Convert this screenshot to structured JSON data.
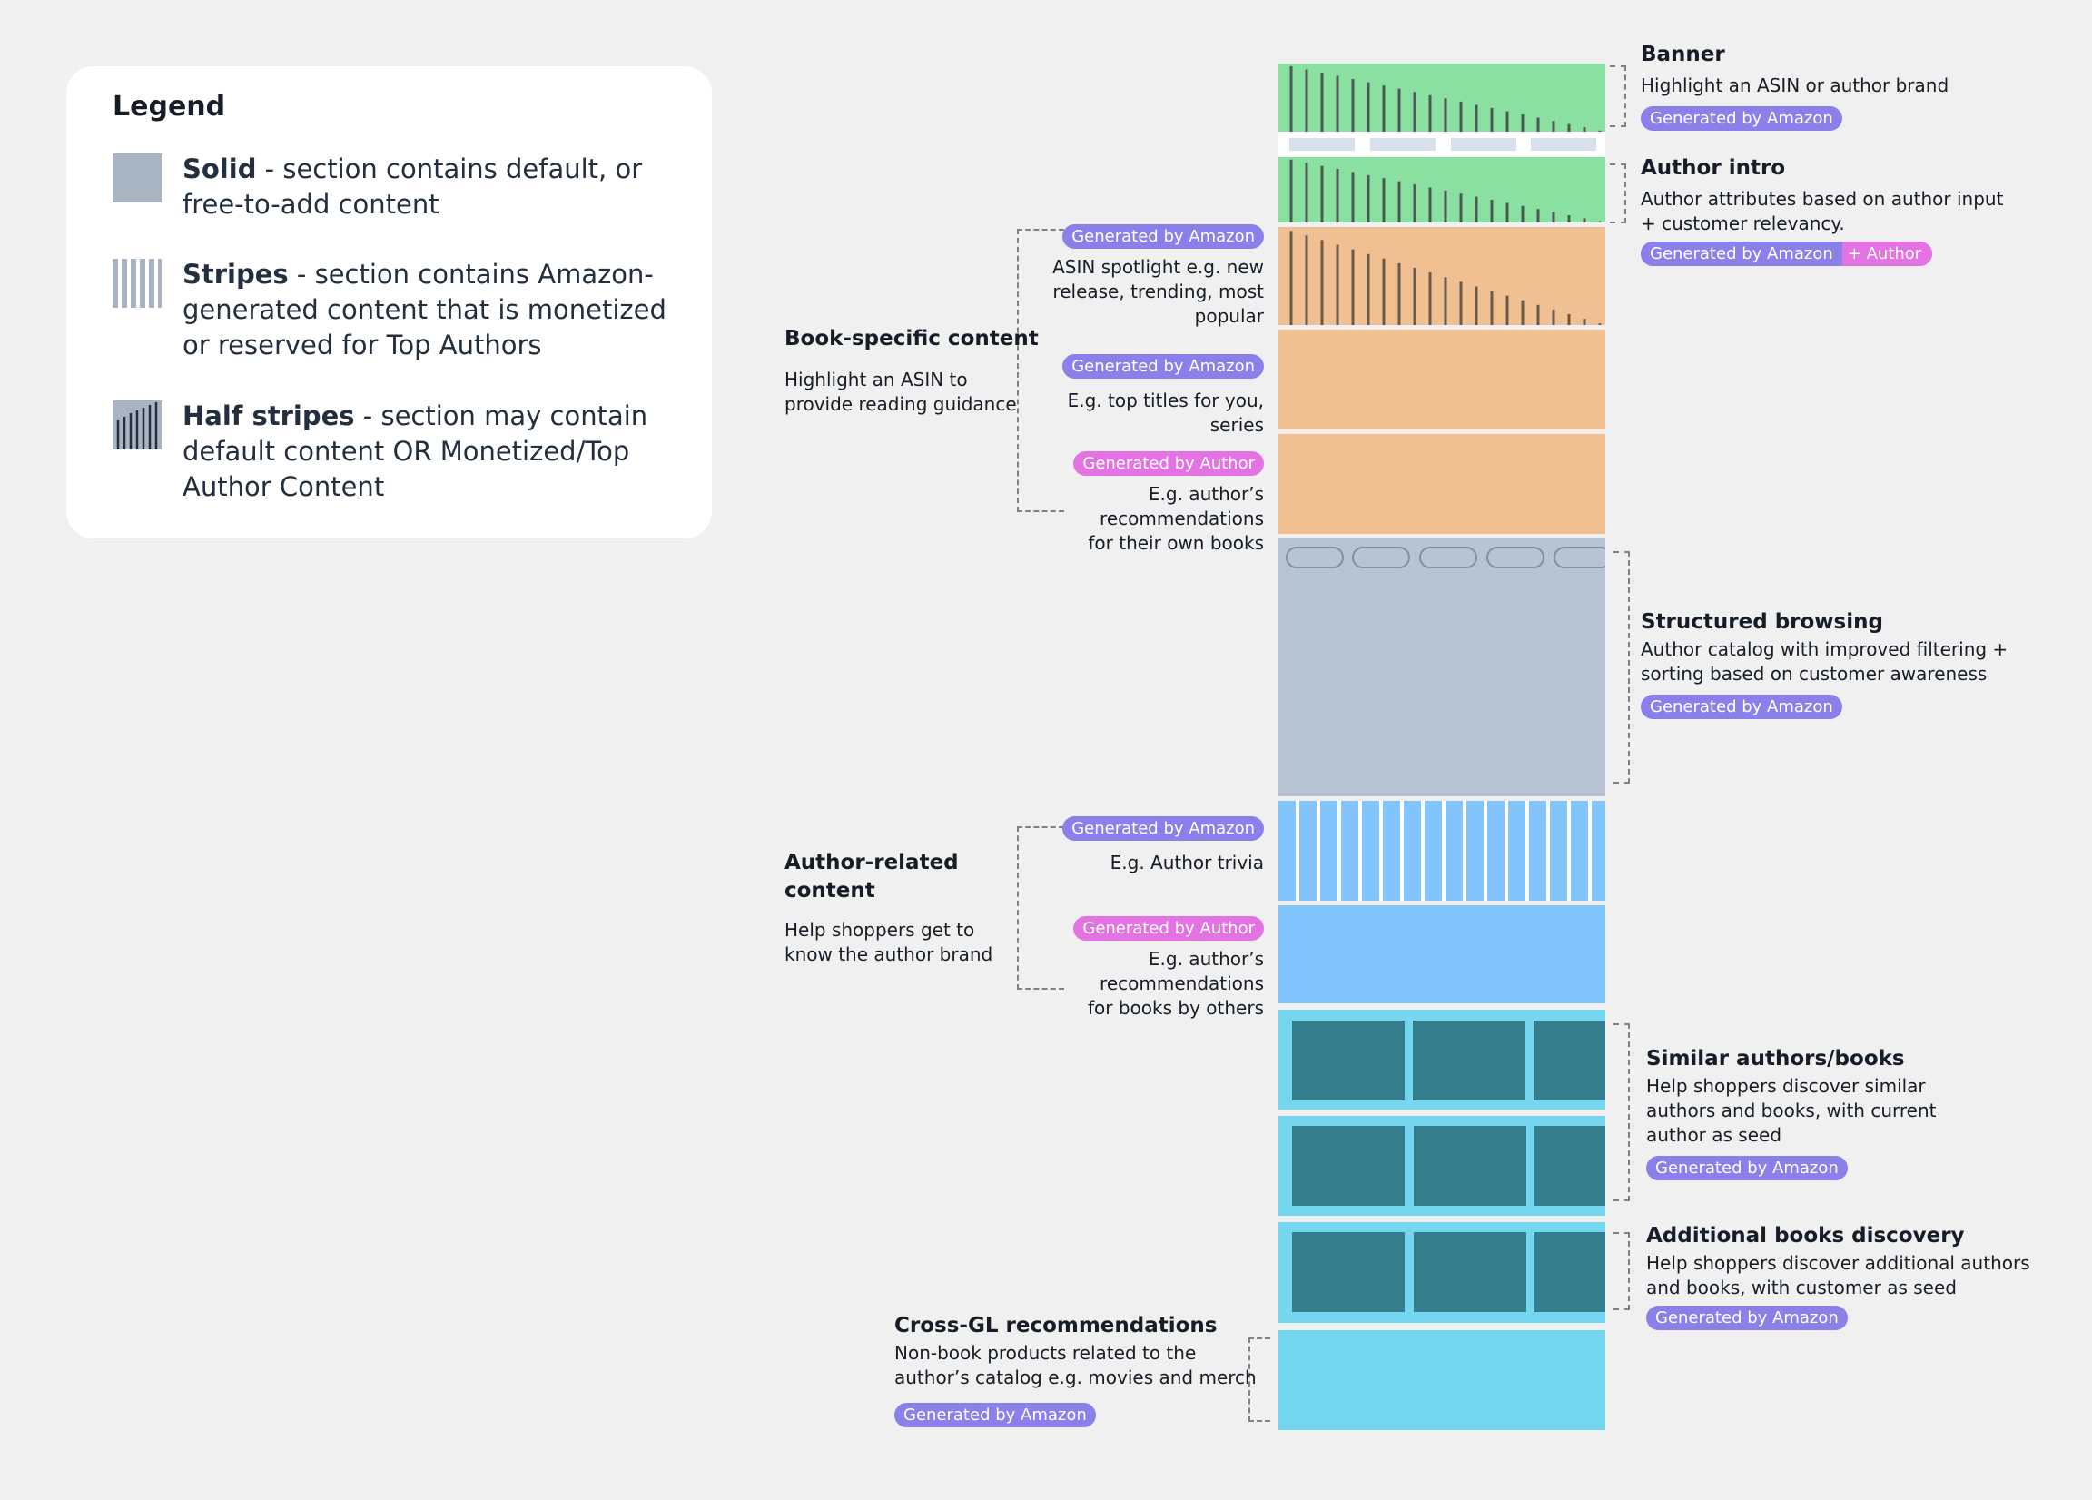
{
  "legend": {
    "title": "Legend",
    "items": [
      {
        "term": "Solid",
        "desc": " - section contains default, or free-to-add content",
        "icon": "solid-swatch-icon"
      },
      {
        "term": "Stripes",
        "desc": " - section contains Amazon-generated content that is monetized or reserved for Top Authors",
        "icon": "stripes-swatch-icon"
      },
      {
        "term": "Half stripes",
        "desc": " - section may contain default content OR Monetized/Top Author Content",
        "icon": "half-stripes-swatch-icon"
      }
    ]
  },
  "colors": {
    "banner": "#8ae0a0",
    "book": "#f0c092",
    "browse": "#b8c4d4",
    "author": "#82c5fc",
    "similar": "#75d6ef",
    "tile": "#347d8c",
    "pill_amazon": "#8b80e9",
    "pill_author": "#e373e3"
  },
  "pill_labels": {
    "amazon": "Generated by Amazon",
    "author": "Generated by Author",
    "plus_author": "+ Author"
  },
  "sections": {
    "banner": {
      "title": "Banner",
      "desc": "Highlight an ASIN or author brand"
    },
    "author_intro": {
      "title": "Author intro",
      "desc_1": "Author attributes based on author input",
      "desc_2": "+ customer relevancy."
    },
    "book_specific": {
      "title": "Book-specific content",
      "desc_1": "Highlight an ASIN to",
      "desc_2": "provide reading guidance",
      "spotlight": [
        "ASIN spotlight e.g. new",
        "release, trending, most",
        "popular"
      ],
      "top_titles": [
        "E.g. top titles for you,",
        "series"
      ],
      "own_books": [
        "E.g. author’s",
        "recommendations",
        "for their own books"
      ]
    },
    "structured_browsing": {
      "title": "Structured browsing",
      "desc_1": "Author catalog with improved filtering +",
      "desc_2": "sorting based on customer awareness"
    },
    "author_related": {
      "title_1": "Author-related",
      "title_2": "content",
      "desc_1": "Help shoppers get to",
      "desc_2": "know the author brand",
      "trivia": "E.g. Author trivia",
      "others": [
        "E.g. author’s",
        "recommendations",
        "for books by others"
      ]
    },
    "similar": {
      "title": "Similar authors/books",
      "desc": [
        "Help shoppers discover similar",
        "authors and books, with current",
        "author as seed"
      ]
    },
    "additional": {
      "title": "Additional books discovery",
      "desc": [
        "Help shoppers discover additional authors",
        "and books, with customer as seed"
      ]
    },
    "cross_gl": {
      "title": "Cross-GL recommendations",
      "desc_1": "Non-book products related to the",
      "desc_2": "author’s catalog e.g. movies and merch"
    }
  }
}
